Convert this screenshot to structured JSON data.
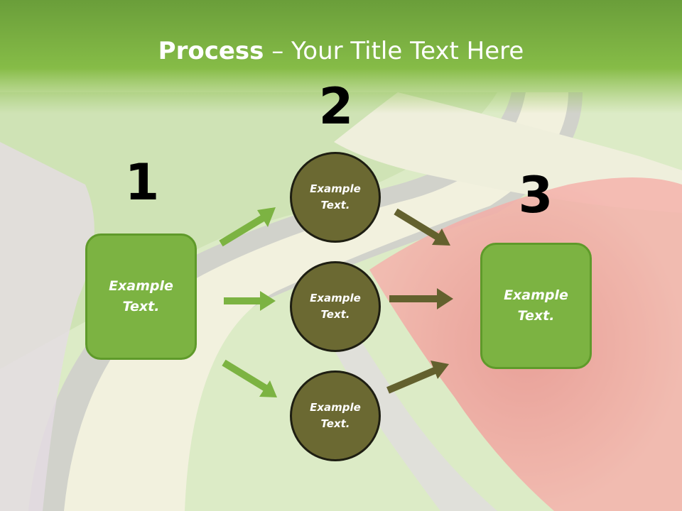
{
  "title": {
    "bold": "Process",
    "dash": " – ",
    "rest": "Your Title Text Here"
  },
  "steps": [
    {
      "number": "1",
      "text": "Example Text."
    },
    {
      "number": "2"
    },
    {
      "number": "3",
      "text": "Example Text."
    }
  ],
  "circles": [
    {
      "text": "Example Text."
    },
    {
      "text": "Example Text."
    },
    {
      "text": "Example Text."
    }
  ],
  "colors": {
    "header_green": "#7cb342",
    "box_fill": "#7cb342",
    "box_border": "#5f9a2a",
    "circle_fill": "#6b6932",
    "circle_border": "#1e1e12",
    "arrow_green": "#7cb342",
    "arrow_olive": "#63612e"
  }
}
